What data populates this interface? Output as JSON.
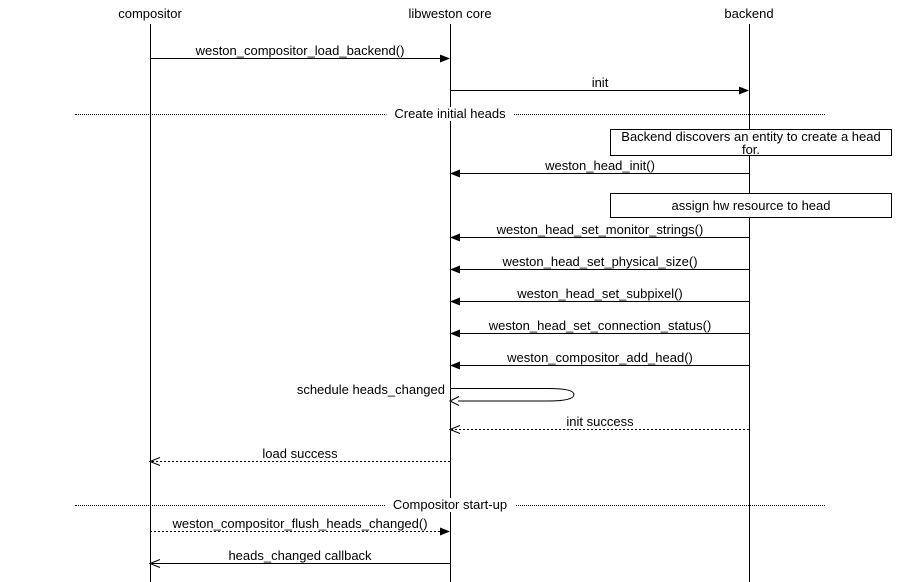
{
  "diagram": {
    "kind": "uml-sequence-diagram",
    "colors": {
      "line": "#000000",
      "text": "#000000",
      "background": "#ffffff"
    },
    "entities": [
      {
        "label": "compositor"
      },
      {
        "label": "libweston core"
      },
      {
        "label": "backend"
      }
    ],
    "sequence": [
      {
        "type": "message",
        "label": "weston_compositor_load_backend()",
        "from": "compositor",
        "to": "libweston core",
        "style": "call"
      },
      {
        "type": "message",
        "label": "init",
        "from": "libweston core",
        "to": "backend",
        "style": "call"
      },
      {
        "type": "divider",
        "label": "Create initial heads"
      },
      {
        "type": "note",
        "label": "Backend discovers an entity to create a head for.",
        "over": "backend"
      },
      {
        "type": "message",
        "label": "weston_head_init()",
        "from": "backend",
        "to": "libweston core",
        "style": "call"
      },
      {
        "type": "note",
        "label": "assign hw resource to head",
        "over": "backend"
      },
      {
        "type": "message",
        "label": "weston_head_set_monitor_strings()",
        "from": "backend",
        "to": "libweston core",
        "style": "call"
      },
      {
        "type": "message",
        "label": "weston_head_set_physical_size()",
        "from": "backend",
        "to": "libweston core",
        "style": "call"
      },
      {
        "type": "message",
        "label": "weston_head_set_subpixel()",
        "from": "backend",
        "to": "libweston core",
        "style": "call"
      },
      {
        "type": "message",
        "label": "weston_head_set_connection_status()",
        "from": "backend",
        "to": "libweston core",
        "style": "call"
      },
      {
        "type": "message",
        "label": "weston_compositor_add_head()",
        "from": "backend",
        "to": "libweston core",
        "style": "call"
      },
      {
        "type": "message",
        "label": "schedule heads_changed",
        "from": "libweston core",
        "to": "libweston core",
        "style": "self"
      },
      {
        "type": "message",
        "label": "init success",
        "from": "backend",
        "to": "libweston core",
        "style": "return"
      },
      {
        "type": "message",
        "label": "load success",
        "from": "libweston core",
        "to": "compositor",
        "style": "return"
      },
      {
        "type": "divider",
        "label": "Compositor start-up"
      },
      {
        "type": "message",
        "label": "weston_compositor_flush_heads_changed()",
        "from": "compositor",
        "to": "libweston core",
        "style": "dashed-call"
      },
      {
        "type": "message",
        "label": "heads_changed callback",
        "from": "libweston core",
        "to": "compositor",
        "style": "callback"
      }
    ]
  }
}
